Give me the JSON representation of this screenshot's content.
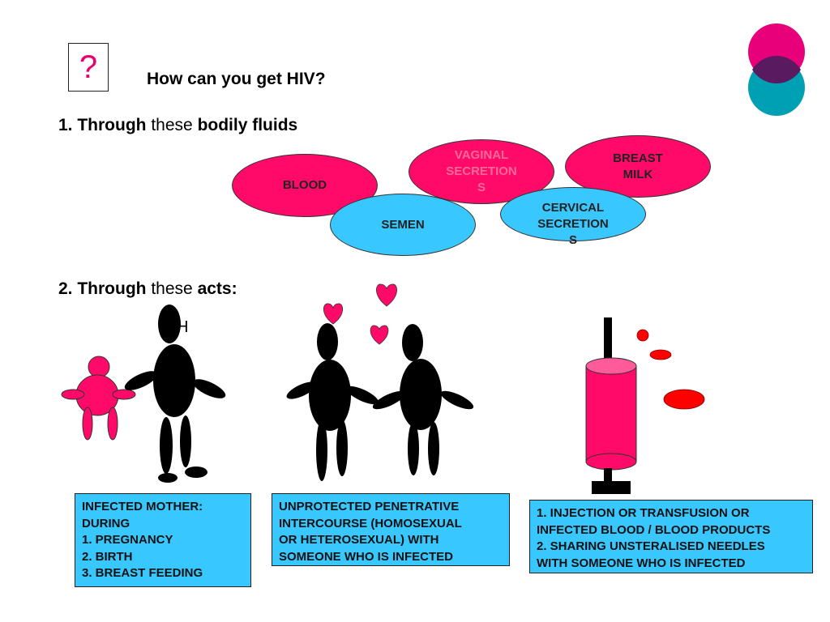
{
  "slide": {
    "question_mark": "?",
    "title": "How can you get HIV?",
    "section1": {
      "number": "1.",
      "bold_start": "Through",
      "middle": "these",
      "bold_end": "bodily fluids"
    },
    "section2": {
      "number": "2.",
      "bold_start": "Through",
      "middle": "these",
      "bold_end": "acts:"
    },
    "stray_mark": "H"
  },
  "fluids": {
    "blood": "BLOOD",
    "semen": "SEMEN",
    "vaginal": [
      "VAGINAL",
      "SECRETION",
      "S"
    ],
    "cervical": [
      "CERVICAL",
      "SECRETION",
      "S"
    ],
    "breast_milk": [
      "BREAST",
      "MILK"
    ]
  },
  "boxes": {
    "mother": [
      "INFECTED MOTHER:",
      "DURING",
      "1. PREGNANCY",
      "2. BIRTH",
      "3. BREAST FEEDING"
    ],
    "intercourse": [
      "UNPROTECTED PENETRATIVE",
      "INTERCOURSE (HOMOSEXUAL",
      "OR HETEROSEXUAL) WITH",
      "SOMEONE WHO IS INFECTED"
    ],
    "injection": [
      "1. INJECTION OR TRANSFUSION OR",
      "INFECTED BLOOD / BLOOD PRODUCTS",
      "2. SHARING UNSTERALISED NEEDLES",
      "WITH SOMEONE WHO IS INFECTED"
    ]
  },
  "colors": {
    "pink": "#ff0a68",
    "blue": "#38c8ff",
    "black": "#000000",
    "red": "#ff0000",
    "teal": "#00a0b4"
  }
}
